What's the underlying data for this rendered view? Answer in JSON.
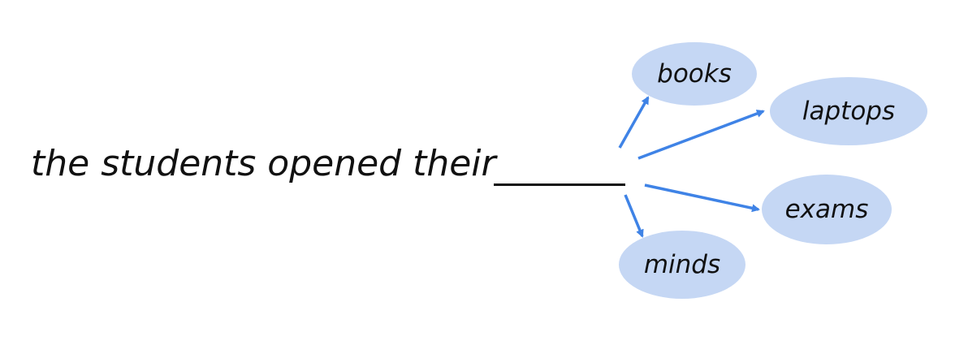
{
  "prompt": {
    "text": "the students opened their"
  },
  "predictions": [
    {
      "word": "books"
    },
    {
      "word": "laptops"
    },
    {
      "word": "exams"
    },
    {
      "word": "minds"
    }
  ],
  "colors": {
    "bubble_fill": "#c5d7f4",
    "arrow": "#3f83e6",
    "text": "#111111"
  }
}
